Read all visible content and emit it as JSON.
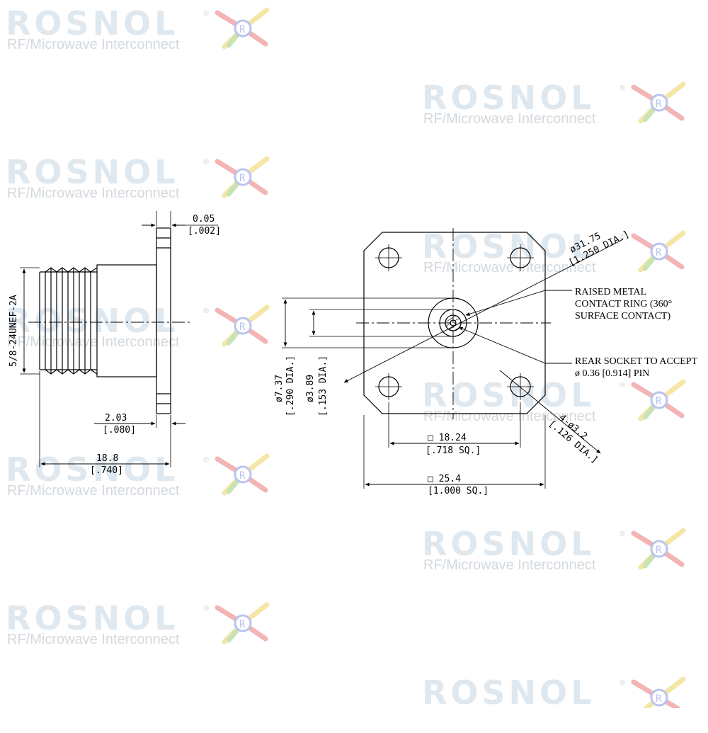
{
  "watermark": {
    "logo": "ROSNOL",
    "registered": "®",
    "tagline": "RF/Microwave Interconnect",
    "colors": {
      "logo": "#dfe8ef",
      "tagline": "#d3d9de",
      "red": "#f2b4b4",
      "yellow": "#f5e6a6",
      "green": "#c7e4b5",
      "blue": "#b9c4f0"
    }
  },
  "side_view": {
    "thread_label": "5/8-24UNEF-2A",
    "flange_gap": {
      "mm": "0.05",
      "inch": "[.002]"
    },
    "flange_thickness": {
      "mm": "2.03",
      "inch": "[.080]"
    },
    "overall_length": {
      "mm": "18.8",
      "inch": "[.740]"
    }
  },
  "front_view": {
    "bolt_circle": {
      "mm": "ø31.75",
      "inch": "[1.250 DIA.]"
    },
    "contact_ring_note": [
      "RAISED METAL",
      "CONTACT RING (360°",
      "SURFACE CONTACT)"
    ],
    "socket_note": [
      "REAR SOCKET TO ACCEPT",
      "ø 0.36 [0.914] PIN"
    ],
    "outer_dia": {
      "mm": "ø7.37",
      "inch": "[.290 DIA.]"
    },
    "inner_dia": {
      "mm": "ø3.89",
      "inch": "[.153 DIA.]"
    },
    "mount_holes": {
      "mm": "4-ø3.2",
      "inch": "[.126 DIA.]"
    },
    "hole_spacing": {
      "mm": "□ 18.24",
      "inch": "[.718 SQ.]"
    },
    "flange_size": {
      "mm": "□ 25.4",
      "inch": "[1.000 SQ.]"
    }
  }
}
